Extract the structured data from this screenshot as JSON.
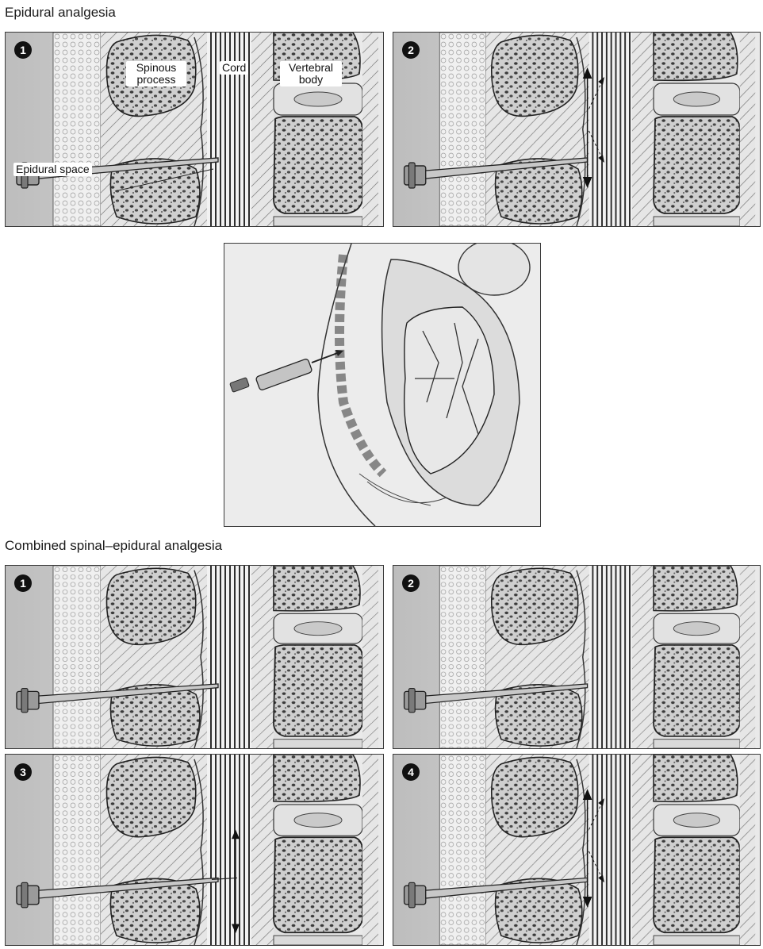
{
  "titles": {
    "epidural": "Epidural analgesia",
    "combined": "Combined spinal–epidural analgesia"
  },
  "labels": {
    "spinous_process": "Spinous process",
    "cord": "Cord",
    "vertebral_body": "Vertebral body",
    "epidural_space": "Epidural space"
  },
  "steps": {
    "epidural": [
      "1",
      "2"
    ],
    "combined": [
      "1",
      "2",
      "3",
      "4"
    ]
  },
  "colors": {
    "panel_bg": "#e9e9e9",
    "bone_fill": "#d6d6d6",
    "outline": "#2a2a2a",
    "marker": "#111111"
  }
}
